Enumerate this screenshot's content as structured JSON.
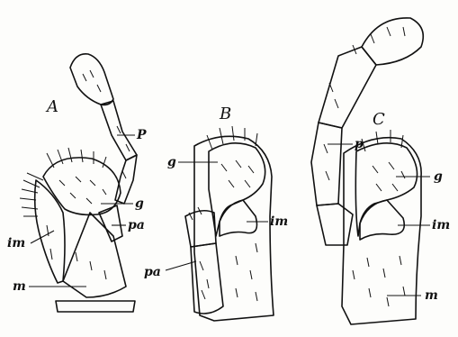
{
  "figure_labels": {
    "a": "A",
    "b": "B",
    "c": "C"
  },
  "part_labels": {
    "a_p": "P",
    "a_g": "g",
    "a_pa": "pa",
    "a_im": "im",
    "a_m": "m",
    "b_g": "g",
    "b_im": "im",
    "b_pa": "pa",
    "c_p": "p",
    "c_g": "g",
    "c_im": "im",
    "c_m": "m"
  }
}
